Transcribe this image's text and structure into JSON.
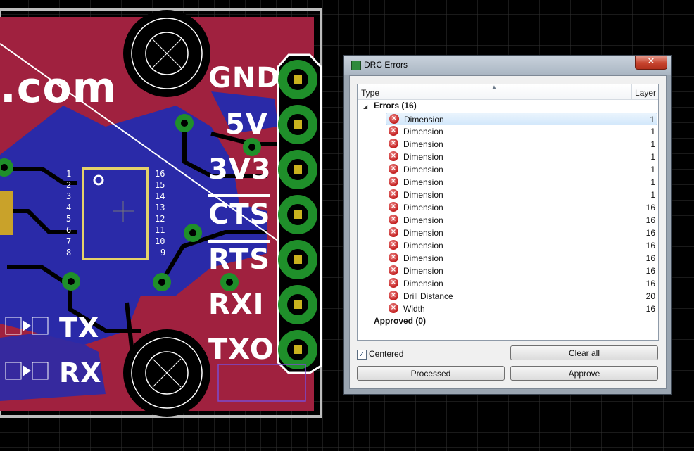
{
  "board": {
    "silkscreen": {
      "url_text": ".com",
      "pin_labels": [
        "GND",
        "5V",
        "3V3",
        "CTS",
        "RTS",
        "RXI",
        "TXO"
      ],
      "led_labels": [
        "TX",
        "RX"
      ],
      "ic_left_pins": [
        "1",
        "2",
        "3",
        "4",
        "5",
        "6",
        "7",
        "8"
      ],
      "ic_right_pins": [
        "16",
        "15",
        "14",
        "13",
        "12",
        "11",
        "10",
        "9"
      ]
    },
    "colors": {
      "background": "#000000",
      "top_copper": "#a0213f",
      "bottom_copper": "#2a2aa8",
      "pad": "#1f8f2a",
      "silkscreen": "#ffffff",
      "outline": "#c0c0c0"
    }
  },
  "dialog": {
    "title": "DRC Errors",
    "close_label": "✕",
    "columns": {
      "type": "Type",
      "layer": "Layer"
    },
    "errors_node": "Errors (16)",
    "approved_node": "Approved (0)",
    "errors": [
      {
        "type": "Dimension",
        "layer": "1",
        "selected": true
      },
      {
        "type": "Dimension",
        "layer": "1"
      },
      {
        "type": "Dimension",
        "layer": "1"
      },
      {
        "type": "Dimension",
        "layer": "1"
      },
      {
        "type": "Dimension",
        "layer": "1"
      },
      {
        "type": "Dimension",
        "layer": "1"
      },
      {
        "type": "Dimension",
        "layer": "1"
      },
      {
        "type": "Dimension",
        "layer": "16"
      },
      {
        "type": "Dimension",
        "layer": "16"
      },
      {
        "type": "Dimension",
        "layer": "16"
      },
      {
        "type": "Dimension",
        "layer": "16"
      },
      {
        "type": "Dimension",
        "layer": "16"
      },
      {
        "type": "Dimension",
        "layer": "16"
      },
      {
        "type": "Dimension",
        "layer": "16"
      },
      {
        "type": "Drill Distance",
        "layer": "20"
      },
      {
        "type": "Width",
        "layer": "16"
      }
    ],
    "centered": {
      "label": "Centered",
      "checked": true
    },
    "buttons": {
      "clear_all": "Clear all",
      "processed": "Processed",
      "approve": "Approve"
    }
  }
}
